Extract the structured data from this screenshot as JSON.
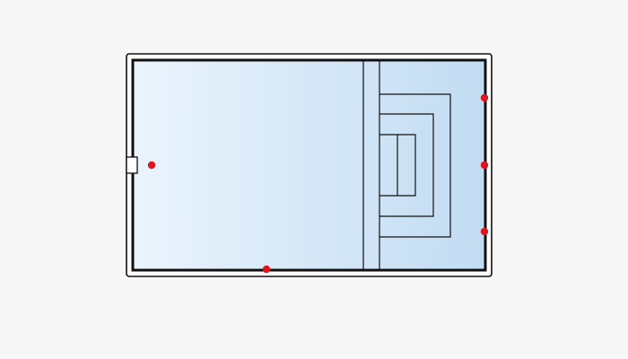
{
  "diagram": {
    "subject": "pool-plan",
    "colors": {
      "background": "#f7f7f7",
      "water_light": "#eaf4fd",
      "water_dark": "#c2dcf2",
      "outline": "#111111",
      "deck_border": "#ffffff",
      "jet_marker": "#e0141c",
      "skimmer_fill": "#ffffff"
    },
    "features": {
      "step_tiers": 3,
      "bench_divisions": 2,
      "skimmer_count": 1,
      "jet_count": 5
    }
  }
}
